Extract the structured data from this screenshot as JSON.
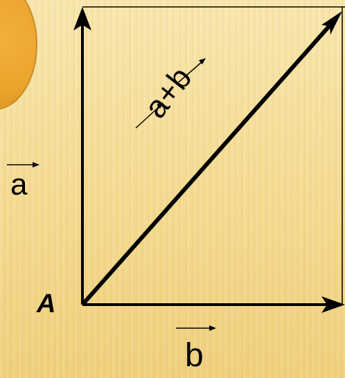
{
  "diagram": {
    "vector_a_label": "a",
    "vector_b_label": "b",
    "vector_sum_label": "a+b",
    "point_label": "A"
  },
  "colors": {
    "background": "#f5dc97",
    "orb": "#eaa42c",
    "lines": "#000000"
  }
}
